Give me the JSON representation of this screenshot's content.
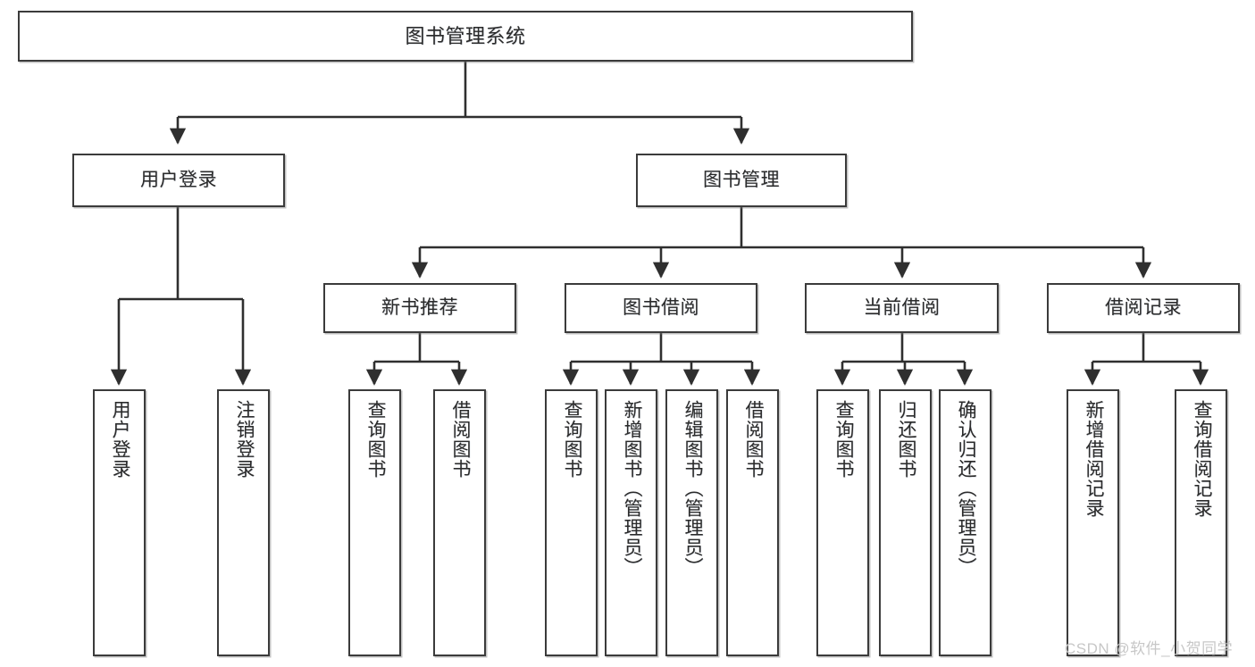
{
  "diagram": {
    "title": "图书管理系统",
    "type": "tree-hierarchy-chart",
    "watermark": "CSDN @软件_小贺同学",
    "colors": {
      "background": "#ffffff",
      "node_fill": "#ffffff",
      "node_border": "#3b3b3b",
      "text": "#2b2b2b",
      "edge": "#2f2f2f",
      "watermark": "#c7c7c7"
    },
    "levels": {
      "root": {
        "label": "图书管理系统"
      },
      "level2": [
        {
          "id": "user-login",
          "label": "用户登录"
        },
        {
          "id": "book-manage",
          "label": "图书管理"
        }
      ],
      "level3": [
        {
          "id": "new-book-recommend",
          "label": "新书推荐"
        },
        {
          "id": "book-borrow",
          "label": "图书借阅"
        },
        {
          "id": "current-borrow",
          "label": "当前借阅"
        },
        {
          "id": "borrow-record",
          "label": "借阅记录"
        }
      ],
      "leaves": {
        "user-login": [
          {
            "id": "leaf-user-login",
            "label": "用户登录"
          },
          {
            "id": "leaf-user-logout",
            "label": "注销登录"
          }
        ],
        "new-book-recommend": [
          {
            "id": "leaf-query-book-1",
            "label": "查询图书"
          },
          {
            "id": "leaf-borrow-book-1",
            "label": "借阅图书"
          }
        ],
        "book-borrow": [
          {
            "id": "leaf-query-book-2",
            "label": "查询图书"
          },
          {
            "id": "leaf-add-book",
            "label": "新增图书（管理员）"
          },
          {
            "id": "leaf-edit-book",
            "label": "编辑图书（管理员）"
          },
          {
            "id": "leaf-borrow-book-2",
            "label": "借阅图书"
          }
        ],
        "current-borrow": [
          {
            "id": "leaf-query-book-3",
            "label": "查询图书"
          },
          {
            "id": "leaf-return-book",
            "label": "归还图书"
          },
          {
            "id": "leaf-confirm-return",
            "label": "确认归还（管理员）"
          }
        ],
        "borrow-record": [
          {
            "id": "leaf-add-record",
            "label": "新增借阅记录"
          },
          {
            "id": "leaf-query-record",
            "label": "查询借阅记录"
          }
        ]
      }
    }
  }
}
